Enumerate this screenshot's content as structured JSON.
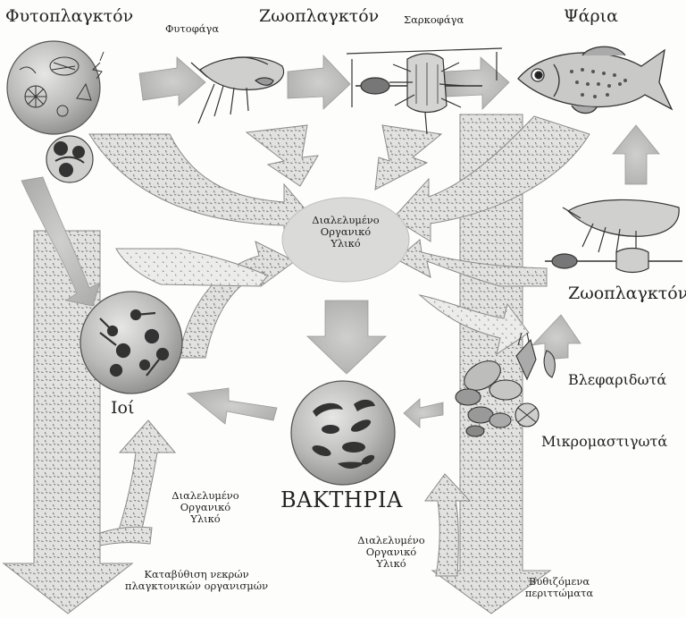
{
  "labels": {
    "phytoplankton": "Φυτοπλαγκτόν",
    "phytophaga": "Φυτοφάγα",
    "zooplankton_top": "Ζωοπλαγκτόν",
    "sarkofaga": "Σαρκοφάγα",
    "fish": "Ψάρια",
    "zooplankton_right": "Ζωοπλαγκτόν",
    "dom_center": [
      "Διαλελυμένο",
      "Οργανικό",
      "Υλικό"
    ],
    "viruses": "Ιοί",
    "ciliates": "Βλεφαριδωτά",
    "microflagellates": "Μικρομαστιγωτά",
    "bacteria": "ΒΑΚΤΗΡΙΑ",
    "dom_left": [
      "Διαλελυμένο",
      "Οργανικό",
      "Υλικό"
    ],
    "dom_bottom": [
      "Διαλελυμένο",
      "Οργανικό",
      "Υλικό"
    ],
    "sinking_dead": [
      "Καταβύθιση νεκρών",
      "πλαγκτονικών οργανισμών"
    ],
    "sinking_feces": [
      "Βυθιζόμενα",
      "περιττώματα"
    ]
  },
  "colors": {
    "arrow_fill": "#d8d8d6",
    "arrow_dots": "#8a8a8a",
    "arrow_stroke": "#707070",
    "dom_ellipse": "#d9d9d7",
    "circle_fill": "#b8b8b6",
    "dark": "#333333"
  }
}
